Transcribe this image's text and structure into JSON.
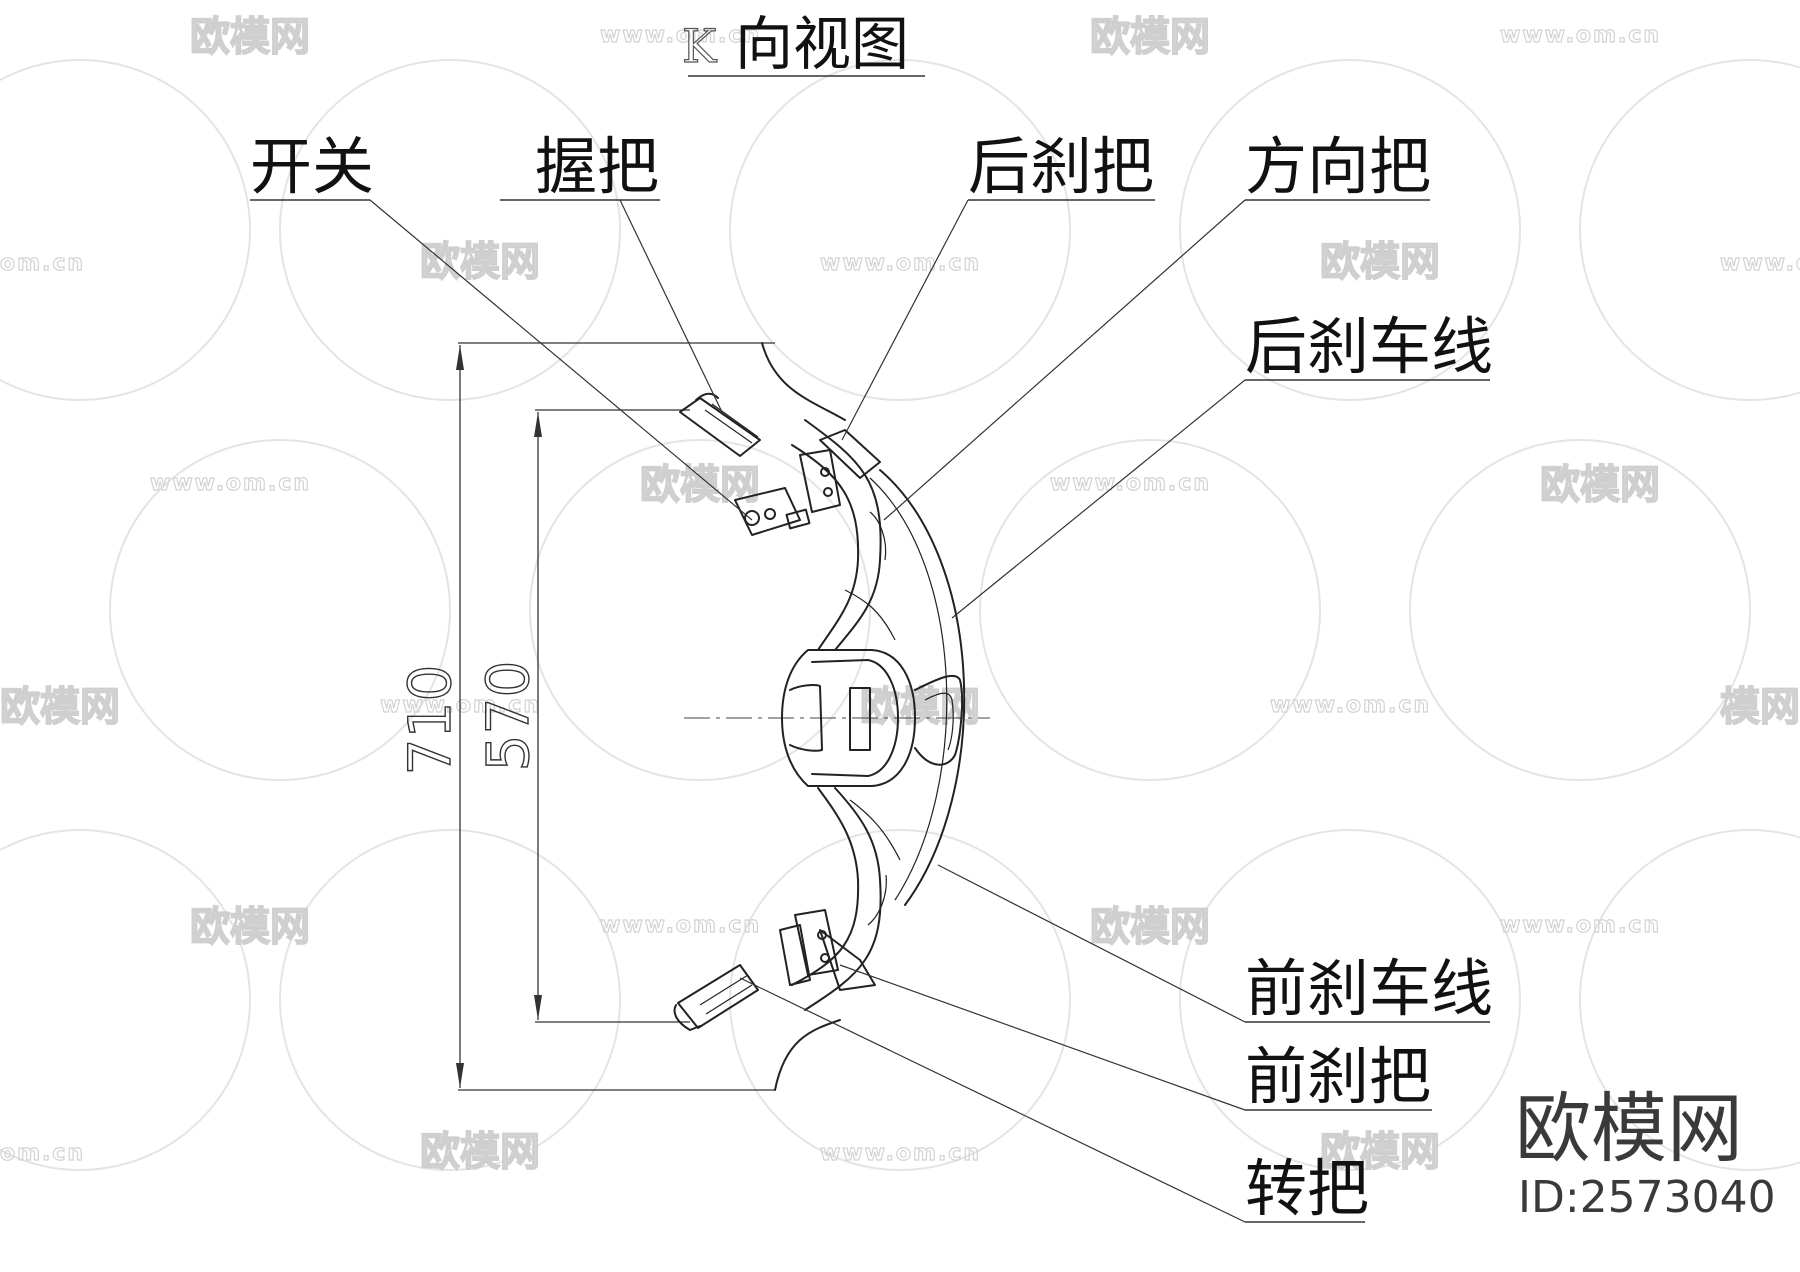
{
  "title": {
    "view_letter": "K",
    "text": "向视图"
  },
  "labels": {
    "switch": "开关",
    "grip": "握把",
    "rear_brake_lever": "后刹把",
    "handlebar": "方向把",
    "rear_brake_cable": "后刹车线",
    "front_brake_cable": "前刹车线",
    "front_brake_lever": "前刹把",
    "throttle_grip": "转把"
  },
  "dimensions": {
    "outer_width": "710",
    "inner_width": "570"
  },
  "watermark": {
    "brand_cn": "欧模网",
    "url": "www.om.cn",
    "url_cut": "om.cn",
    "brand_cut": "模网",
    "id": "ID:2573040"
  },
  "colors": {
    "line": "#222222",
    "watermark": "#cfcfcf",
    "background": "#ffffff"
  }
}
